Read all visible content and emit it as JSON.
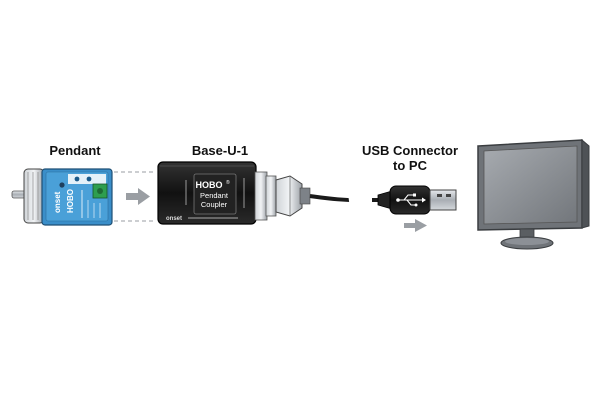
{
  "labels": {
    "pendant": "Pendant",
    "base": "Base-U-1",
    "usb_line1": "USB Connector",
    "usb_line2": "to PC"
  },
  "device_text": {
    "hobo": "HOBO",
    "reg": "®",
    "pendant": "Pendant",
    "coupler": "Coupler",
    "onset": "onset"
  },
  "colors": {
    "pendant_blue": "#3a8ec9",
    "coupler_body": "#1c1c1c",
    "metal": "#b9bec4",
    "arrow": "#9a9ea3",
    "monitor": "#6f7378",
    "screen": "#8c9096"
  },
  "icons": [
    "right-arrow-icon",
    "usb-trident-icon"
  ]
}
